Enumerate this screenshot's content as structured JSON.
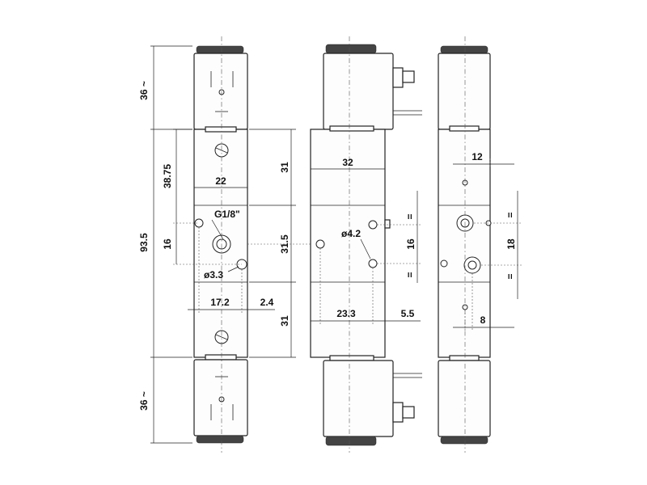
{
  "dimensions": {
    "coil_height": "36 ~",
    "overall_length": "93.5",
    "head_height": "38.75",
    "port_pitch_left": "16",
    "body_width": "22",
    "port_thread": "G1/8\"",
    "mount_hole_small": "ø3.3",
    "offset_a": "17.2",
    "offset_b": "2.4",
    "section_top": "31",
    "section_mid": "31.5",
    "section_bottom": "31",
    "side_width": "32",
    "mount_hole_large": "ø4.2",
    "port_pitch_side": "16",
    "side_offset_a": "23.3",
    "side_offset_b": "5.5",
    "end_offset_top": "12",
    "end_port_pitch": "18",
    "end_offset_bottom": "8",
    "equal_mark": "="
  }
}
